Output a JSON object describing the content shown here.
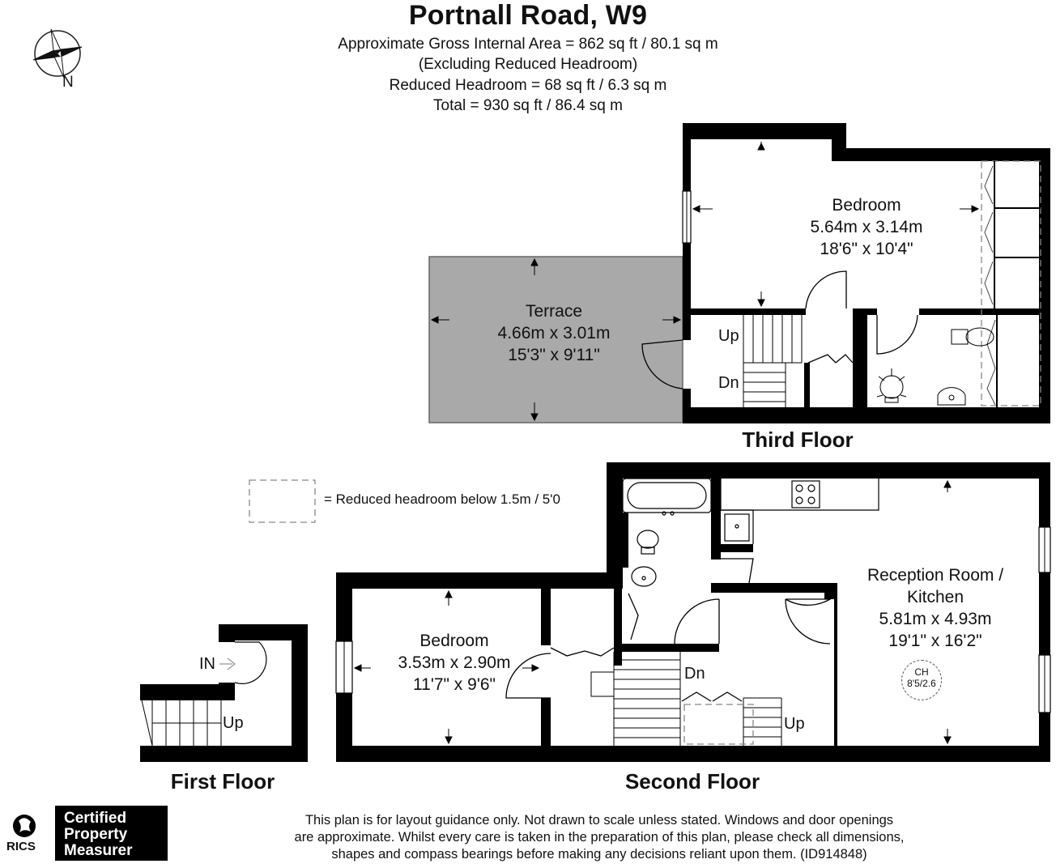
{
  "header": {
    "title": "Portnall Road, W9",
    "gross_area": "Approximate Gross Internal Area = 862 sq ft / 80.1 sq m",
    "excluding": "(Excluding Reduced Headroom)",
    "reduced_headroom": "Reduced Headroom = 68 sq ft / 6.3 sq m",
    "total": "Total = 930 sq ft / 86.4 sq m"
  },
  "compass": {
    "label": "N",
    "icon": "compass-rose-icon"
  },
  "third_floor": {
    "label": "Third Floor",
    "bedroom": {
      "name": "Bedroom",
      "metric": "5.64m x 3.14m",
      "imperial": "18'6\" x 10'4\""
    },
    "terrace": {
      "name": "Terrace",
      "metric": "4.66m x 3.01m",
      "imperial": "15'3\" x 9'11\""
    },
    "stairs_up": "Up",
    "stairs_down": "Dn"
  },
  "legend": {
    "text": "= Reduced headroom below 1.5m / 5'0"
  },
  "second_floor": {
    "label": "Second Floor",
    "bedroom": {
      "name": "Bedroom",
      "metric": "3.53m x 2.90m",
      "imperial": "11'7\" x 9'6\""
    },
    "reception": {
      "name_line1": "Reception Room /",
      "name_line2": "Kitchen",
      "metric": "5.81m x 4.93m",
      "imperial": "19'1\" x 16'2\""
    },
    "ch": {
      "label": "CH",
      "value": "8'5/2.6"
    },
    "stairs_down": "Dn",
    "stairs_up": "Up"
  },
  "first_floor": {
    "label": "First Floor",
    "entrance": "IN",
    "stairs_up": "Up"
  },
  "footer": {
    "certified_line1": "Certified",
    "certified_line2": "Property",
    "certified_line3": "Measurer",
    "rics": "RICS",
    "disclaimer_line1": "This plan is for layout guidance only. Not drawn to scale unless stated. Windows and door openings",
    "disclaimer_line2": "are approximate. Whilst every care is taken in the preparation of this plan, please check all dimensions,",
    "disclaimer_line3": "shapes and compass bearings before making any decisions reliant upon them. (ID914848)"
  },
  "colors": {
    "wall": "#000000",
    "terrace_fill": "#a9a9a9",
    "dashed": "#888888"
  }
}
